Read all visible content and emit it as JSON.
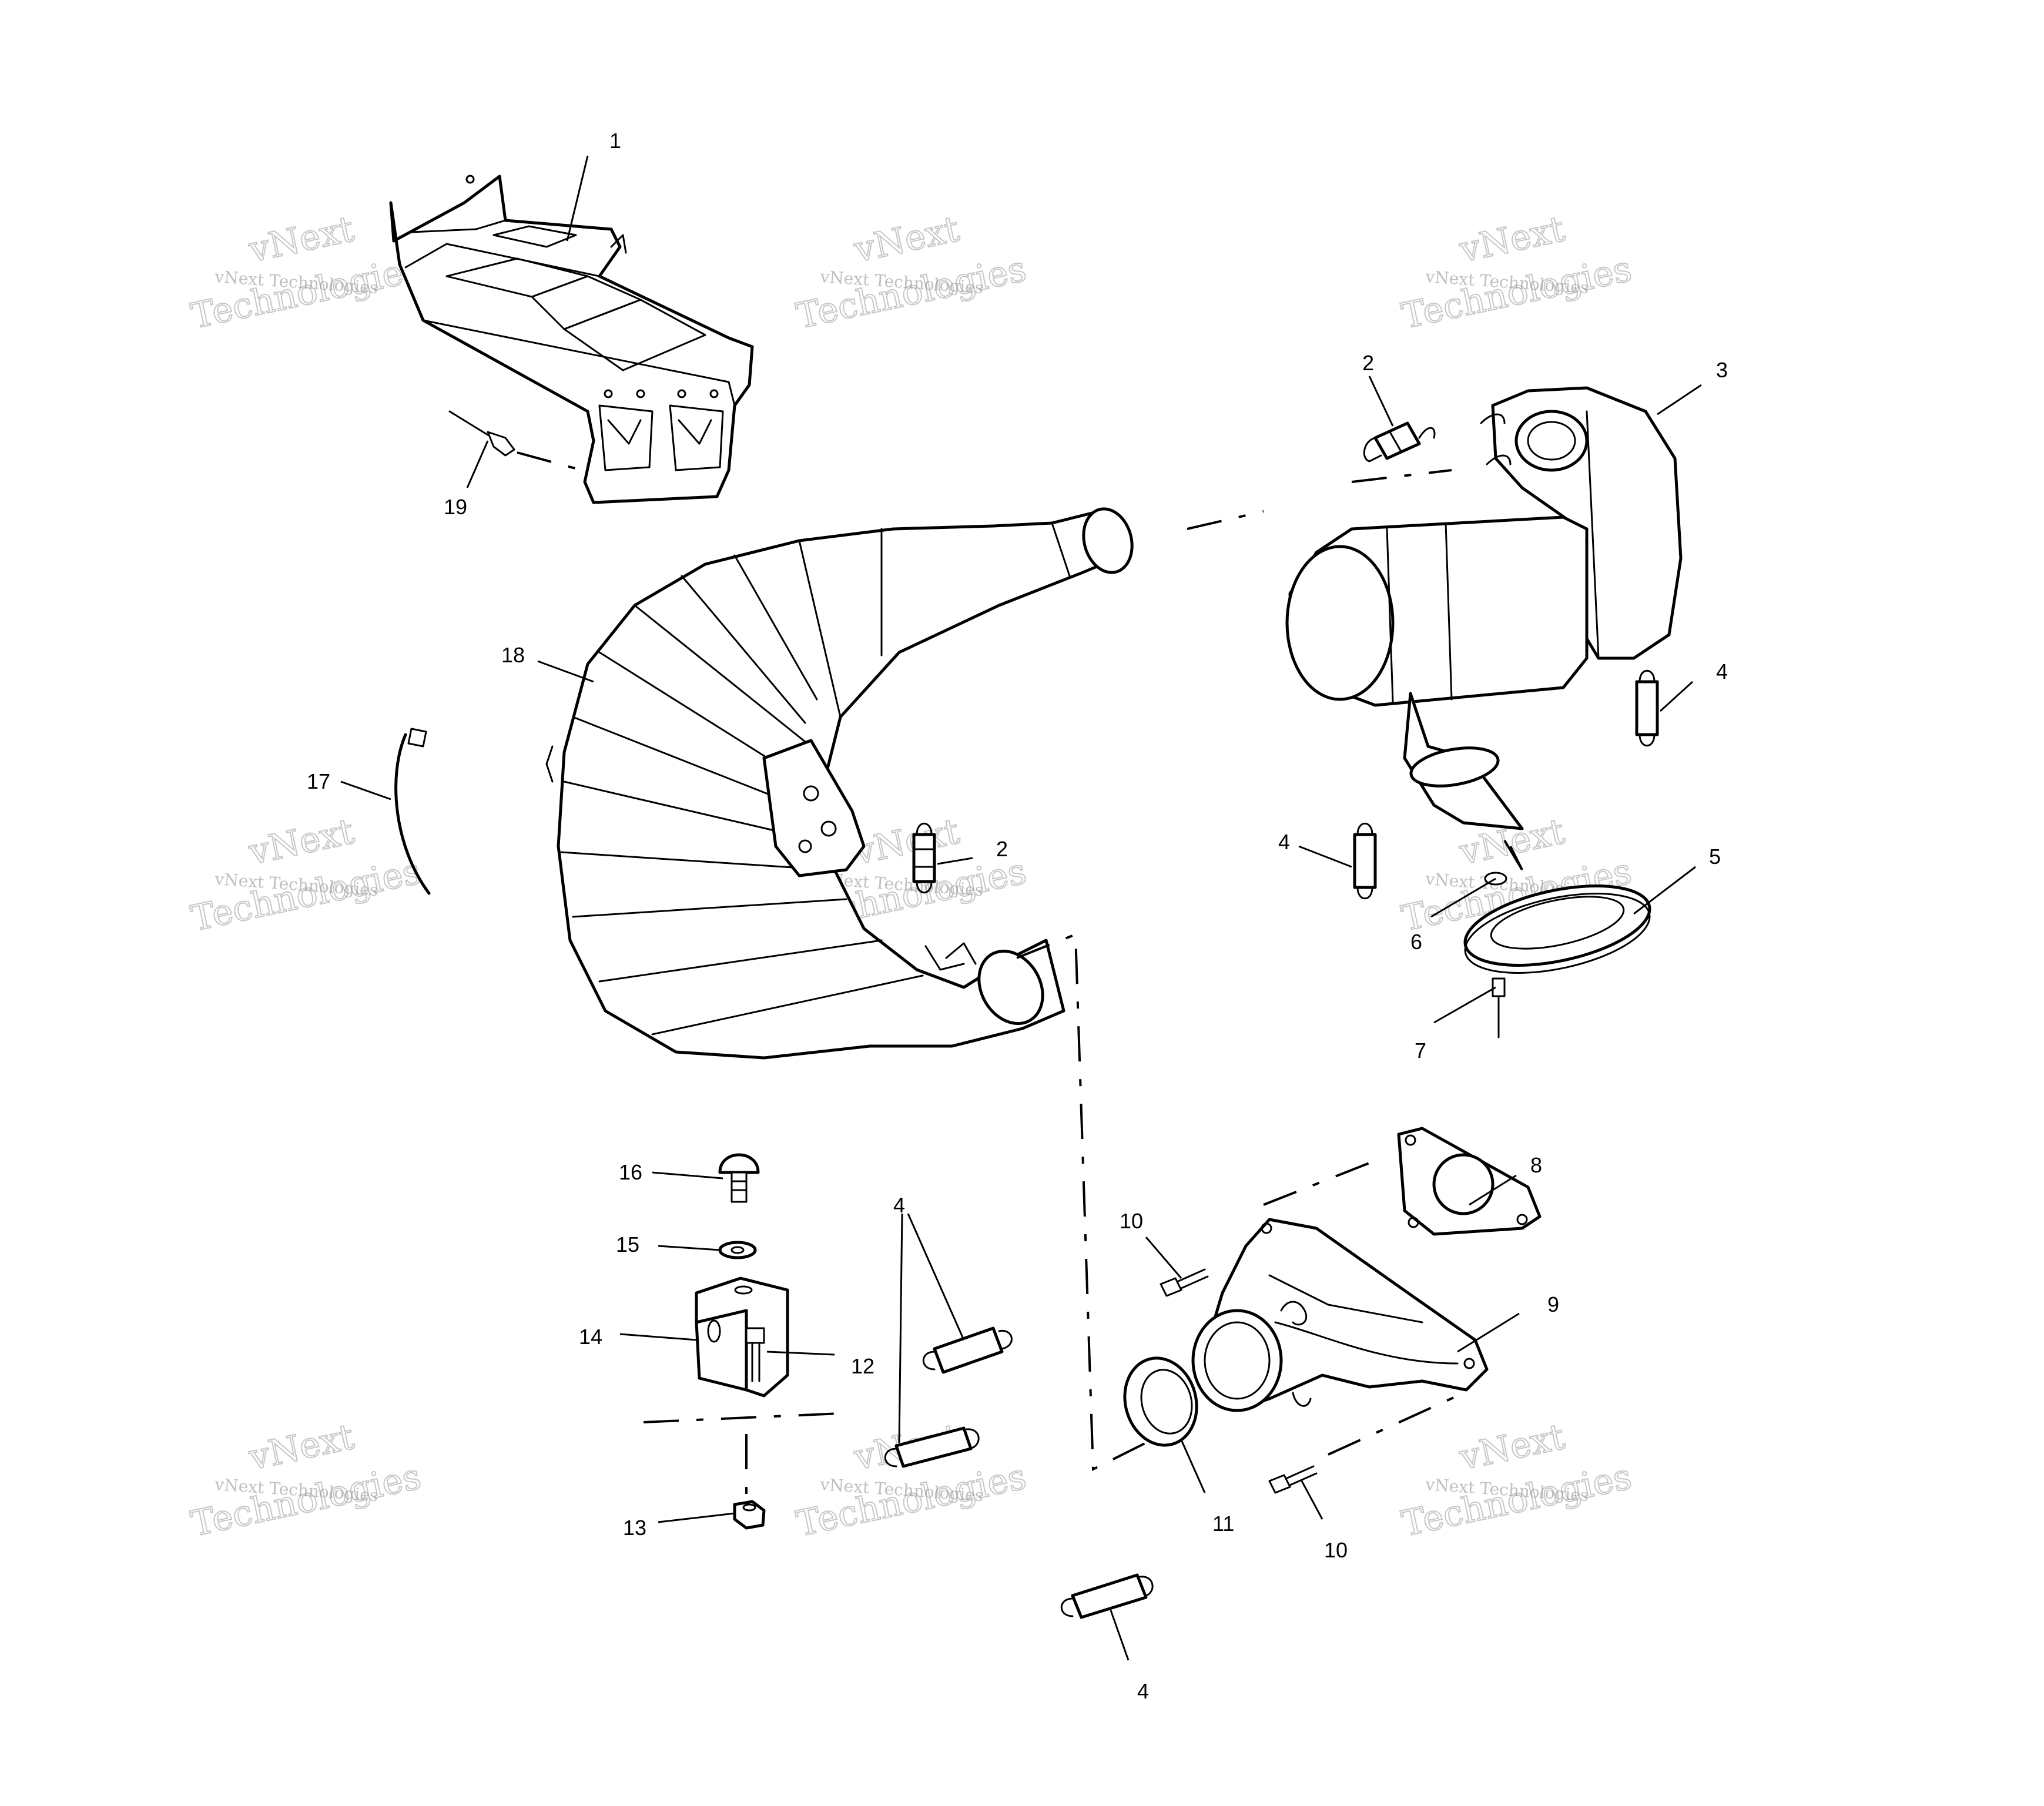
{
  "watermark": {
    "line1": "vNext Technologies",
    "line2": "vNext",
    "line3": "Technologies"
  },
  "callouts": [
    "1",
    "2",
    "3",
    "4",
    "5",
    "6",
    "7",
    "8",
    "9",
    "10",
    "11",
    "12",
    "13",
    "14",
    "15",
    "16",
    "17",
    "18",
    "19"
  ],
  "labels": {
    "c1": "1",
    "c2a": "2",
    "c2b": "2",
    "c3": "3",
    "c4a": "4",
    "c4b": "4",
    "c4c": "4",
    "c4d": "4",
    "c5": "5",
    "c6": "6",
    "c7": "7",
    "c8": "8",
    "c9": "9",
    "c10a": "10",
    "c10b": "10",
    "c11": "11",
    "c12": "12",
    "c13": "13",
    "c14": "14",
    "c15": "15",
    "c16": "16",
    "c17": "17",
    "c18": "18",
    "c19": "19"
  }
}
